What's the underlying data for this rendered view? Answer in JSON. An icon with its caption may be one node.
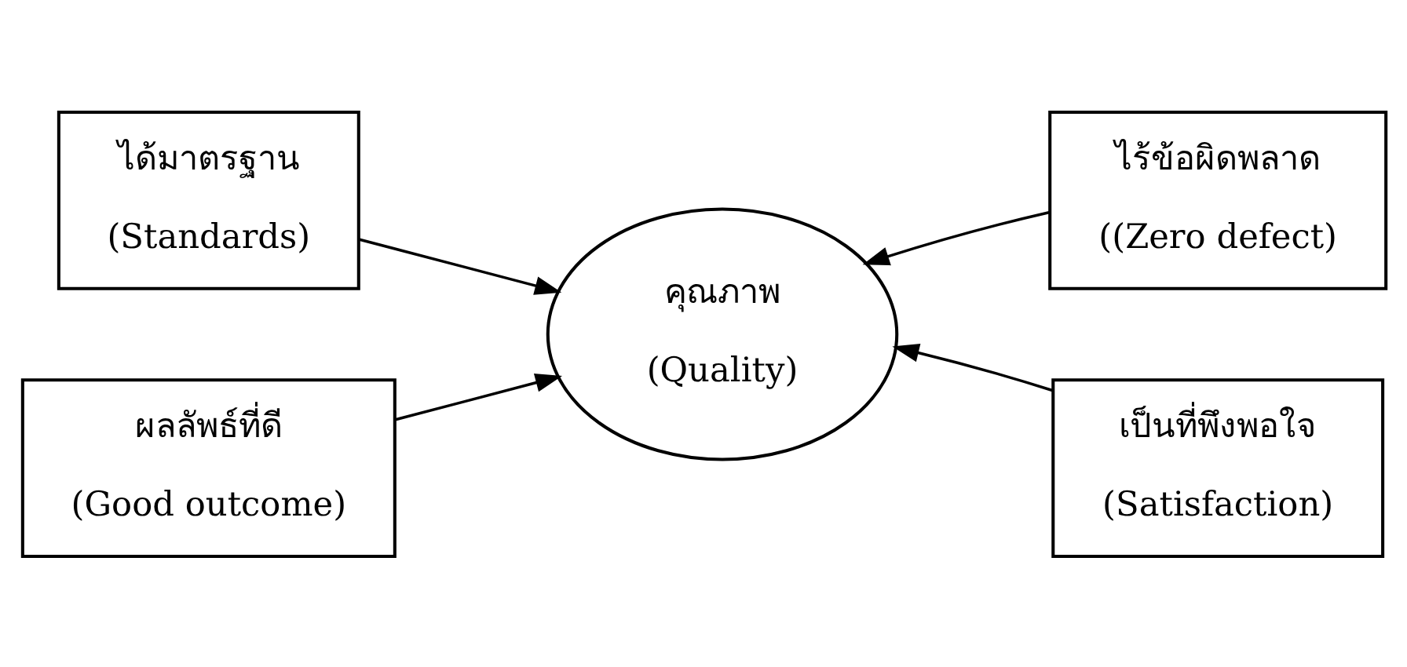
{
  "diagram": {
    "nodes": [
      {
        "text": [
          "ได้มาตรฐาน",
          "(Standards)"
        ]
      },
      {
        "text": [
          "ไร้ข้อผิดพลาด",
          "((Zero defect)"
        ]
      },
      {
        "text": [
          "คุณภาพ",
          "(Quality)"
        ]
      },
      {
        "text": [
          "ผลลัพธ์ที่ดี",
          "(Good outcome)"
        ]
      },
      {
        "text": [
          "เป็นที่พึงพอใจ",
          "(Satisfaction)"
        ]
      }
    ],
    "edges": [
      {
        "from": 0,
        "to": 2,
        "arrow": "to"
      },
      {
        "from": 1,
        "to": 2,
        "arrow": "to"
      },
      {
        "from": 3,
        "to": 2,
        "arrow": "to"
      },
      {
        "from": 4,
        "to": 2,
        "arrow": "to"
      }
    ]
  }
}
